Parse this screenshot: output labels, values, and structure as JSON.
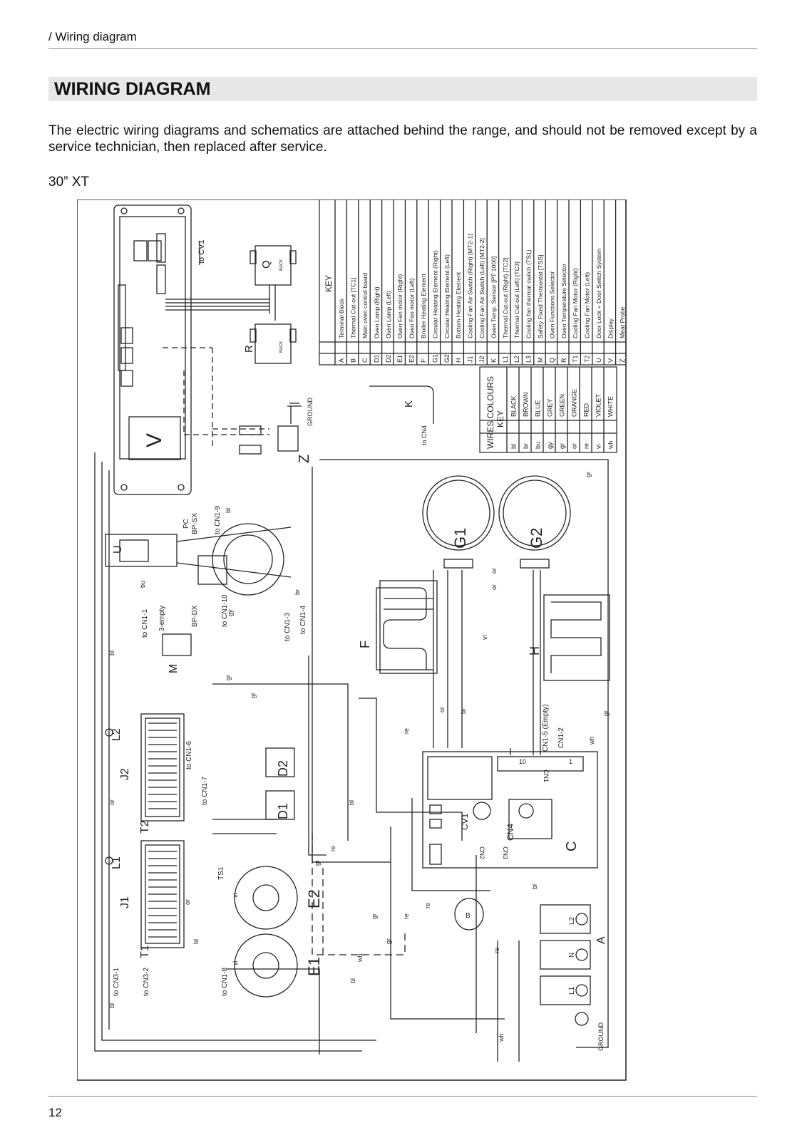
{
  "breadcrumb": "/ Wiring diagram",
  "title": "WIRING DIAGRAM",
  "intro": "The electric wiring diagrams and schematics are attached behind the range, and should not be removed except by a service technician, then replaced after service.",
  "model": "30” XT",
  "page_number": "12",
  "key": {
    "heading": "KEY",
    "items": [
      {
        "code": "A",
        "label": "Terminal Block"
      },
      {
        "code": "B",
        "label": "Thermal Cut-out [TC1]"
      },
      {
        "code": "C",
        "label": "Main oven control board"
      },
      {
        "code": "D1",
        "label": "Oven Lamp (Right)"
      },
      {
        "code": "D2",
        "label": "Oven Lamp (Left)"
      },
      {
        "code": "E1",
        "label": "Oven Fan motor (Right)"
      },
      {
        "code": "E2",
        "label": "Oven Fan motor (Left)"
      },
      {
        "code": "F",
        "label": "Broiler Heating Element"
      },
      {
        "code": "G1",
        "label": "Circular Heating Element (Right)"
      },
      {
        "code": "G2",
        "label": "Circular Heating Element (Left)"
      },
      {
        "code": "H",
        "label": "Bottom Heating Element"
      },
      {
        "code": "J1",
        "label": "Cooling Fan Air Switch (Right) [MT2-1]"
      },
      {
        "code": "J2",
        "label": "Cooling Fan Air Switch (Left) [MT2-2]"
      },
      {
        "code": "K",
        "label": "Oven Temp. Sensor [PT 1000]"
      },
      {
        "code": "L1",
        "label": "Thermal Cut-out (Right) [TC2]"
      },
      {
        "code": "L2",
        "label": "Thermal Cut-out (Left) [TC3]"
      },
      {
        "code": "L3",
        "label": "Cooling fan thermal switch (TS1)"
      },
      {
        "code": "M",
        "label": "Safety Fixed Thermostat [TSS]"
      },
      {
        "code": "Q",
        "label": "Oven Functions Selector"
      },
      {
        "code": "R",
        "label": "Oven Temperature Selector"
      },
      {
        "code": "T1",
        "label": "Cooling Fan Motor (Right)"
      },
      {
        "code": "T2",
        "label": "Cooling Fan Motor (Left)"
      },
      {
        "code": "U",
        "label": "Door Lock + Door Switch System"
      },
      {
        "code": "V",
        "label": "Display"
      },
      {
        "code": "Z",
        "label": "Meat Probe"
      }
    ]
  },
  "wire_colours": {
    "heading_line1": "WIRES COLOURS",
    "heading_line2": "KEY",
    "items": [
      {
        "code": "bl",
        "label": "BLACK"
      },
      {
        "code": "br",
        "label": "BROWN"
      },
      {
        "code": "bu",
        "label": "BLUE"
      },
      {
        "code": "gy",
        "label": "GREY"
      },
      {
        "code": "gr",
        "label": "GREEN"
      },
      {
        "code": "or",
        "label": "ORANGE"
      },
      {
        "code": "re",
        "label": "RED"
      },
      {
        "code": "vi",
        "label": "VIOLET"
      },
      {
        "code": "wh",
        "label": "WHITE"
      }
    ]
  },
  "labels": {
    "to_cv1": "to CV1",
    "q": "Q",
    "r": "R",
    "back": "BACK",
    "ground": "GROUND",
    "z": "Z",
    "v": "V",
    "k": "K",
    "to_cn4": "to CN4",
    "g1": "G1",
    "g2": "G2",
    "u": "U",
    "pc": "PC",
    "bp_sx": "BP-SX",
    "to_cn1_9": "to CN1-9",
    "bp_dx": "BP-DX",
    "to_cn1_10": "to CN1-10",
    "to_cn1_1": "to CN1-1",
    "three_empty": "3-empty",
    "m": "M",
    "to_cn1_3": "to CN1-3",
    "to_cn1_4": "to CN1-4",
    "f": "F",
    "h": "H",
    "l2": "L2",
    "l1": "L1",
    "j2": "J2",
    "j1": "J1",
    "t2": "T2",
    "t1": "T1",
    "to_cn1_6": "to CN1-6",
    "to_cn1_7": "to CN1-7",
    "d1": "D1",
    "d2": "D2",
    "ts1": "TS1",
    "e1": "E1",
    "e2": "E2",
    "to_cn1_8": "to CN1-8",
    "to_cn3_1": "to CN3-1",
    "to_cn3_2": "to CN3-2",
    "cn1_5_empty": "CN1-5 (Empty)",
    "cn1_2": "CN1-2",
    "cn1": "CN1",
    "cn2": "CN2",
    "cn3": "CN3",
    "cn4": "CN4",
    "cv1": "CV1",
    "c": "C",
    "b": "B",
    "a": "A",
    "n": "N",
    "pin10": "10",
    "pin1": "1",
    "w_bl": "bl",
    "w_bu": "bu",
    "w_gy": "gy",
    "w_br": "br",
    "w_gr": "gr",
    "w_or": "or",
    "w_re": "re",
    "w_vi": "vi",
    "w_wh": "wh"
  }
}
